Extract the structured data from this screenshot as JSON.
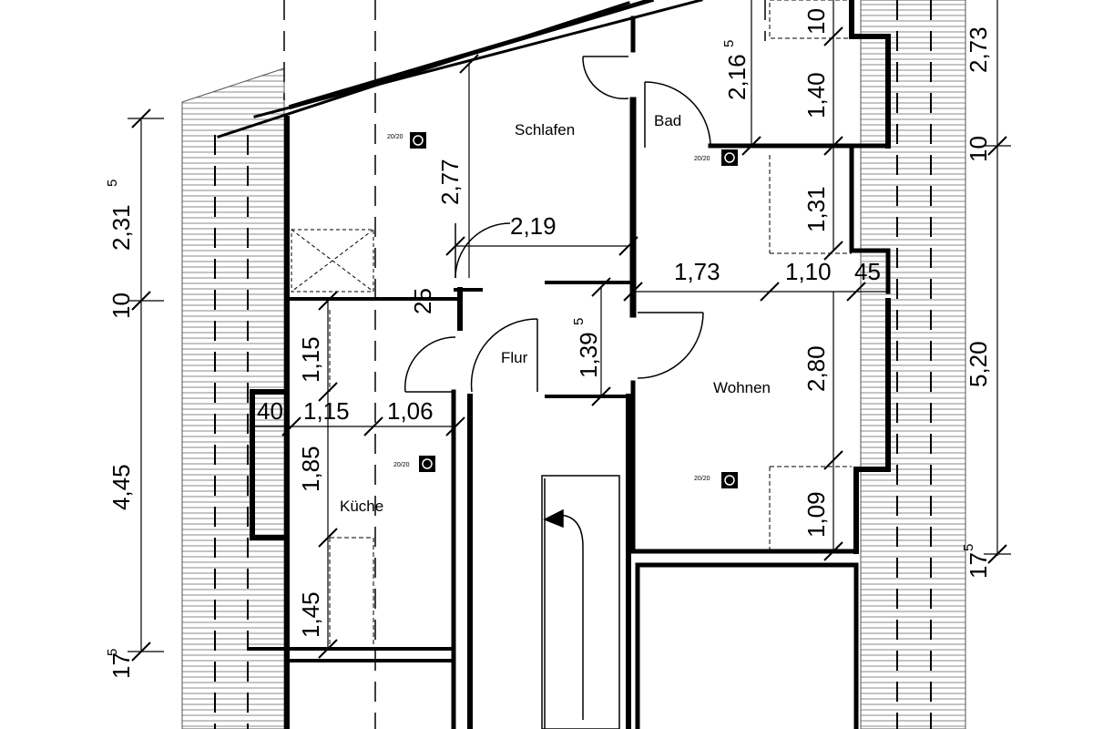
{
  "rooms": {
    "schlafen": "Schlafen",
    "bad": "Bad",
    "flur": "Flur",
    "wohnen": "Wohnen",
    "kueche": "Küche"
  },
  "vent_label": "20/20",
  "dimensions": {
    "left_2315": "2,31",
    "left_2315_sup": "5",
    "left_10": "10",
    "left_445": "4,45",
    "left_175": "17",
    "left_175_sup": "5",
    "schlafen_277": "2,77",
    "schlafen_219": "2,19",
    "bad_2165": "2,16",
    "bad_2165_sup": "5",
    "bad_140": "1,40",
    "top_10": "10",
    "right_273": "2,73",
    "right_10": "10",
    "bad_131": "1,31",
    "wohnen_173": "1,73",
    "wohnen_110": "1,10",
    "wohnen_45": "45",
    "wohnen_280": "2,80",
    "wohnen_109": "1,09",
    "right_520": "5,20",
    "right_175": "17",
    "right_175_sup": "5",
    "flur_25": "25",
    "flur_1395": "1,39",
    "flur_1395_sup": "5",
    "kueche_115v": "1,15",
    "kueche_40": "40",
    "kueche_115h": "1,15",
    "kueche_106": "1,06",
    "kueche_185": "1,85",
    "kueche_145": "1,45"
  }
}
